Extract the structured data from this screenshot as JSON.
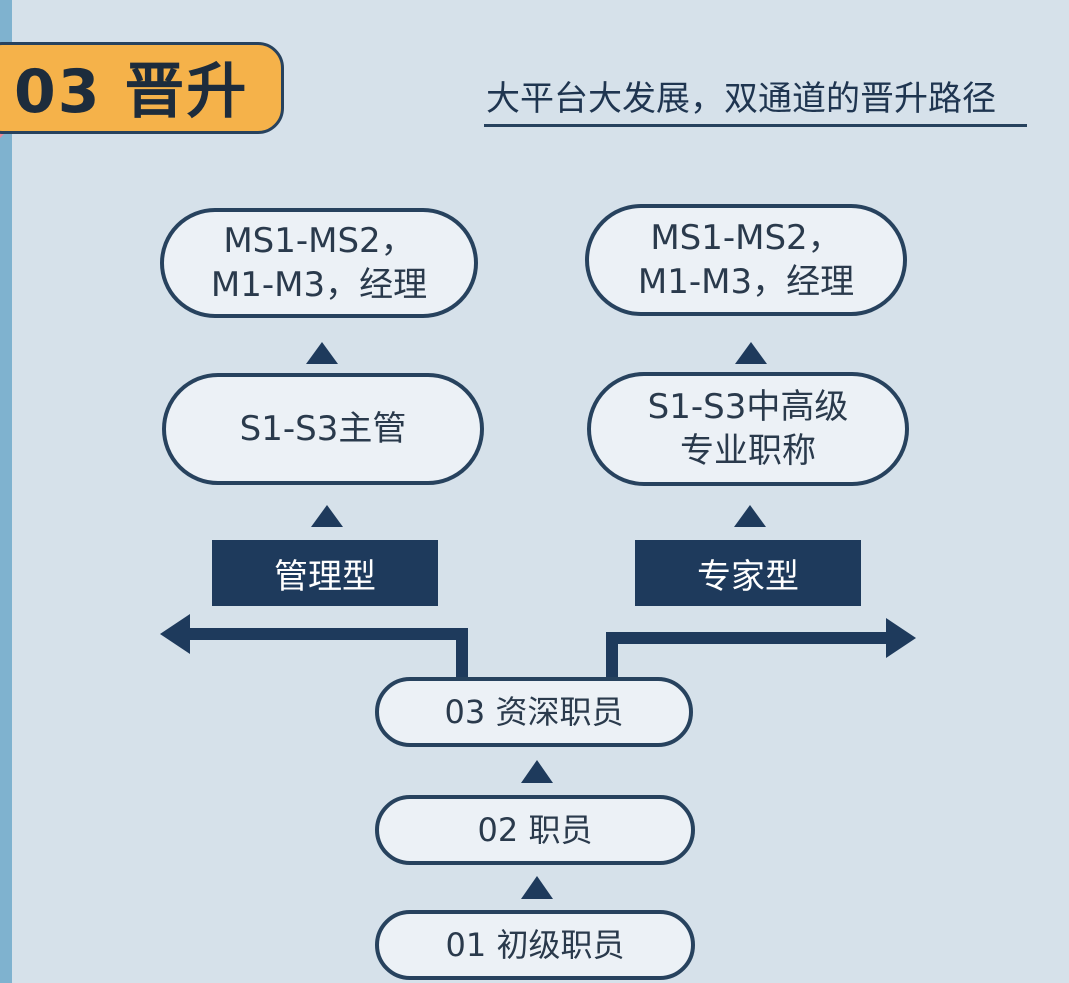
{
  "header": {
    "badge": "03 晋升",
    "subtitle": "大平台大发展，双通道的晋升路径"
  },
  "management": {
    "top_line1": "MS1-MS2，",
    "top_line2": "M1-M3，经理",
    "middle": "S1-S3主管",
    "type_label": "管理型"
  },
  "expert": {
    "top_line1": "MS1-MS2，",
    "top_line2": "M1-M3，经理",
    "middle_line1": "S1-S3中高级",
    "middle_line2": "专业职称",
    "type_label": "专家型"
  },
  "base": {
    "level3": "03 资深职员",
    "level2": "02 职员",
    "level1": "01 初级职员"
  },
  "colors": {
    "background": "#d6e1ea",
    "navy": "#1e3a5c",
    "badge": "#f5b24a",
    "node_fill": "#ecf1f6"
  }
}
